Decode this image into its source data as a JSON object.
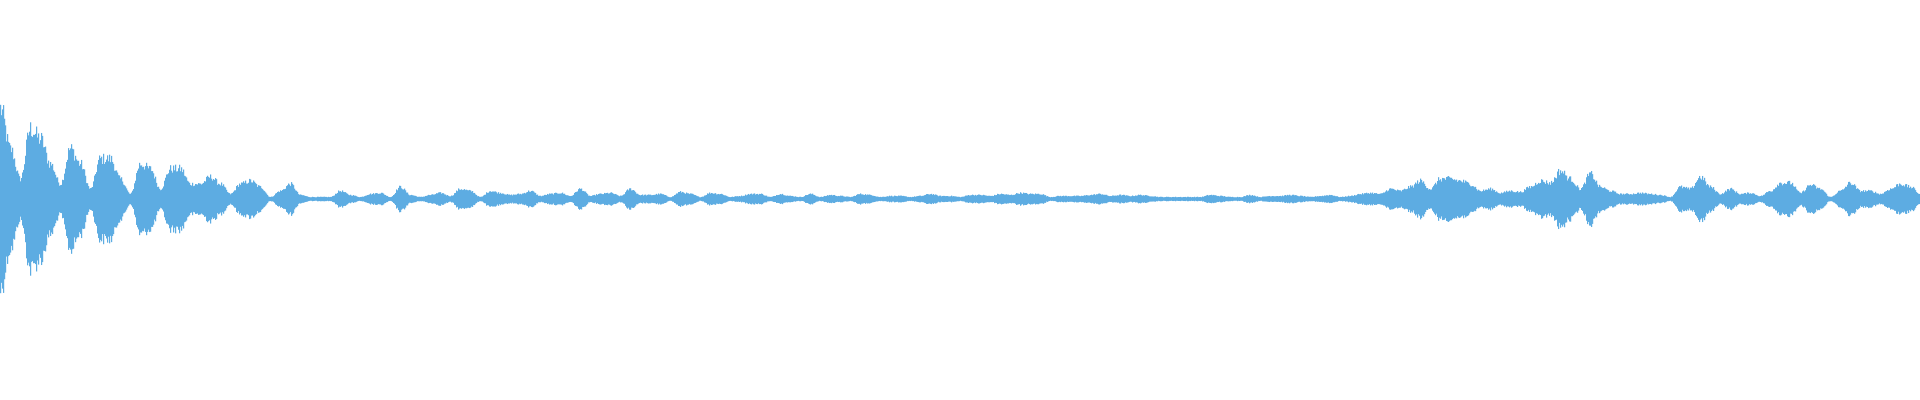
{
  "waveform": {
    "color": "#5DACE2",
    "background": "#FFFFFF",
    "full_scale": 200,
    "peaks": [
      90,
      50,
      20,
      70,
      60,
      35,
      15,
      50,
      35,
      10,
      40,
      40,
      20,
      5,
      35,
      30,
      10,
      30,
      30,
      15,
      15,
      22,
      15,
      5,
      15,
      18,
      12,
      2,
      8,
      15,
      4,
      2,
      2,
      2,
      8,
      4,
      2,
      5,
      6,
      2,
      12,
      4,
      2,
      4,
      6,
      3,
      10,
      8,
      2,
      8,
      6,
      4,
      5,
      8,
      3,
      5,
      6,
      3,
      10,
      3,
      5,
      6,
      3,
      10,
      4,
      4,
      5,
      2,
      7,
      5,
      2,
      6,
      5,
      2,
      3,
      5,
      5,
      2,
      5,
      3,
      2,
      5,
      2,
      4,
      3,
      2,
      5,
      4,
      2,
      3,
      3,
      2,
      3,
      5,
      3,
      3,
      2,
      4,
      4,
      3,
      5,
      4,
      6,
      5,
      5,
      2,
      3,
      3,
      3,
      4,
      5,
      3,
      4,
      3,
      4,
      3,
      2,
      2,
      2,
      2,
      2,
      4,
      3,
      2,
      2,
      4,
      2,
      3,
      3,
      4,
      3,
      2,
      3,
      4,
      2,
      3,
      5,
      6,
      5,
      10,
      8,
      12,
      18,
      10,
      20,
      20,
      18,
      15,
      8,
      10,
      6,
      8,
      7,
      12,
      18,
      16,
      28,
      20,
      10,
      25,
      12,
      8,
      5,
      5,
      6,
      5,
      4,
      2,
      12,
      10,
      22,
      12,
      5,
      10,
      5,
      6,
      3,
      8,
      16,
      16,
      6,
      14,
      10,
      2,
      8,
      16,
      8,
      8,
      5,
      10,
      15,
      12,
      5
    ]
  }
}
